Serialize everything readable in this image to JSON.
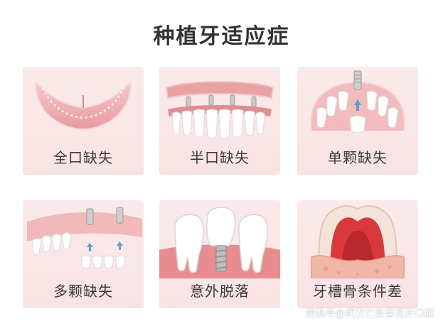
{
  "title": "种植牙适应症",
  "cards": [
    {
      "label": "全口缺失",
      "icon": "full-arch-loss-icon"
    },
    {
      "label": "半口缺失",
      "icon": "half-arch-loss-icon"
    },
    {
      "label": "单颗缺失",
      "icon": "single-tooth-loss-icon"
    },
    {
      "label": "多颗缺失",
      "icon": "multiple-teeth-loss-icon"
    },
    {
      "label": "意外脱落",
      "icon": "accidental-tooth-loss-icon"
    },
    {
      "label": "牙槽骨条件差",
      "icon": "poor-alveolar-bone-icon"
    }
  ],
  "watermark": "搜狐号@武汉仁爱喜花开口腔"
}
